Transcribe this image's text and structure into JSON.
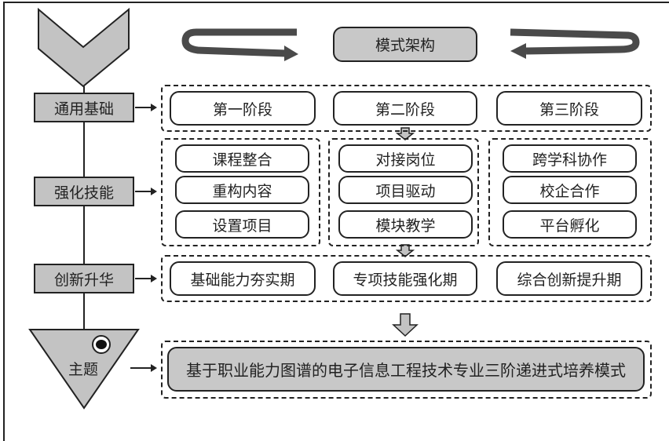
{
  "title": "模式架构",
  "side_labels": [
    "通用基础",
    "强化技能",
    "创新升华"
  ],
  "theme_label": "主题",
  "stages": [
    "第一阶段",
    "第二阶段",
    "第三阶段"
  ],
  "skill_groups": [
    [
      "课程整合",
      "重构内容",
      "设置项目"
    ],
    [
      "对接岗位",
      "项目驱动",
      "模块教学"
    ],
    [
      "跨学科协作",
      "校企合作",
      "平台孵化"
    ]
  ],
  "periods": [
    "基础能力夯实期",
    "专项技能强化期",
    "综合创新提升期"
  ],
  "result": "基于职业能力图谱的电子信息工程技术专业三阶递进式培养模式",
  "colors": {
    "fill_gray": "#c3c3c3",
    "arrow_dark": "#4a4a4a",
    "stroke": "#222222"
  }
}
